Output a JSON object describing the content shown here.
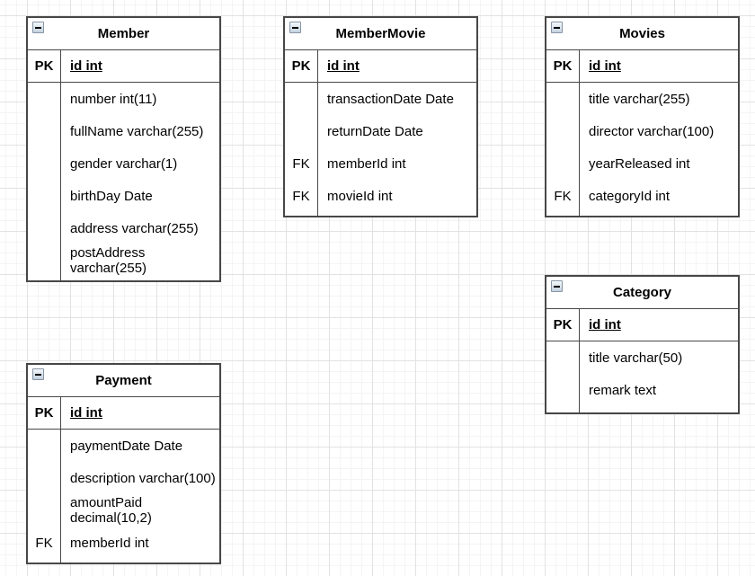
{
  "canvas": {
    "background": "#ffffff",
    "grid_minor_color": "#f4f4f4",
    "grid_major_color": "#e2e2e2",
    "table_border_color": "#474747",
    "text_color": "#000000",
    "collapse_icon": "minus"
  },
  "tables": [
    {
      "name": "Member",
      "pk_label": "PK",
      "pk_field": "id int",
      "rows": [
        {
          "key": "",
          "text": "number int(11)"
        },
        {
          "key": "",
          "text": "fullName varchar(255)"
        },
        {
          "key": "",
          "text": "gender varchar(1)"
        },
        {
          "key": "",
          "text": "birthDay Date"
        },
        {
          "key": "",
          "text": "address varchar(255)"
        },
        {
          "key": "",
          "text": "postAddress varchar(255)"
        }
      ]
    },
    {
      "name": "MemberMovie",
      "pk_label": "PK",
      "pk_field": "id int",
      "rows": [
        {
          "key": "",
          "text": "transactionDate Date"
        },
        {
          "key": "",
          "text": "returnDate Date"
        },
        {
          "key": "FK",
          "text": "memberId int"
        },
        {
          "key": "FK",
          "text": "movieId int"
        }
      ]
    },
    {
      "name": "Movies",
      "pk_label": "PK",
      "pk_field": "id int",
      "rows": [
        {
          "key": "",
          "text": "title varchar(255)"
        },
        {
          "key": "",
          "text": "director varchar(100)"
        },
        {
          "key": "",
          "text": "yearReleased int"
        },
        {
          "key": "FK",
          "text": "categoryId int"
        }
      ]
    },
    {
      "name": "Category",
      "pk_label": "PK",
      "pk_field": "id int",
      "rows": [
        {
          "key": "",
          "text": "title varchar(50)"
        },
        {
          "key": "",
          "text": "remark text"
        }
      ]
    },
    {
      "name": "Payment",
      "pk_label": "PK",
      "pk_field": "id int",
      "rows": [
        {
          "key": "",
          "text": "paymentDate Date"
        },
        {
          "key": "",
          "text": "description varchar(100)"
        },
        {
          "key": "",
          "text": "amountPaid decimal(10,2)"
        },
        {
          "key": "FK",
          "text": "memberId int"
        }
      ]
    }
  ]
}
